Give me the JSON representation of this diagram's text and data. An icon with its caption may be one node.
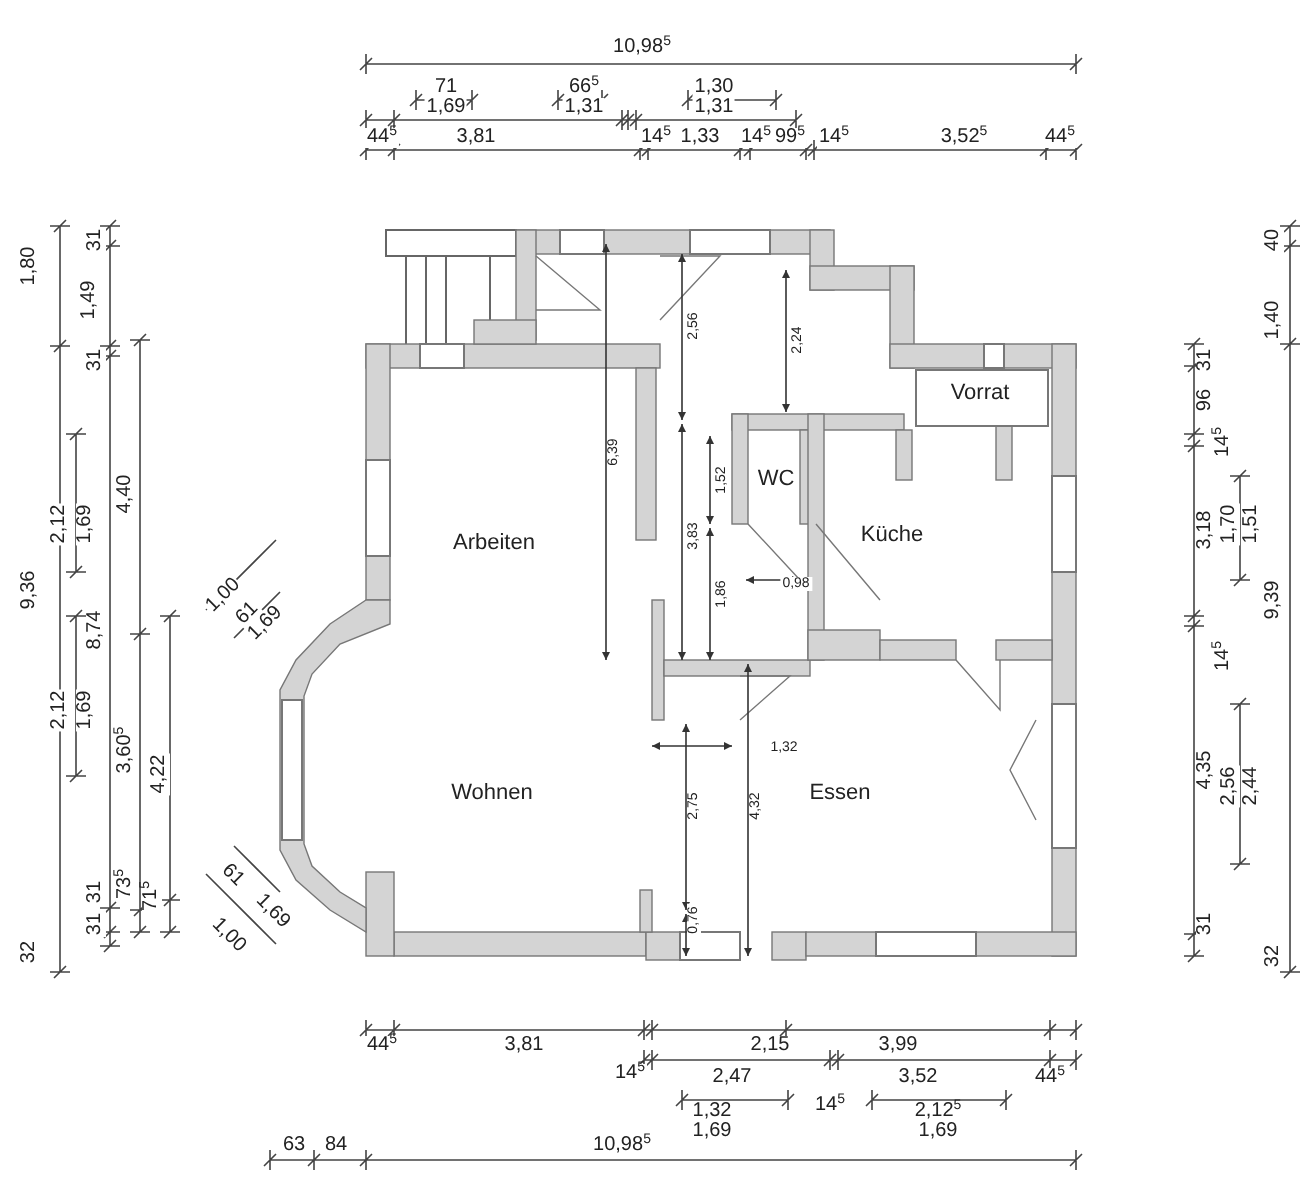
{
  "diagram": {
    "labels": [
      "10,98$^{5}$",
      "71",
      "1,69",
      "66$^{5}$",
      "1,31",
      "1,30",
      "1,31",
      "44$^{5}$",
      "3,81",
      "14$^{5}$",
      "1,33",
      "14$^{5}$",
      "99$^{5}$",
      "14$^{5}$",
      "3,52$^{5}$",
      "44$^{5}$",
      "1,80",
      "31",
      "1,49",
      "31",
      "2,12",
      "1,69",
      "4,40",
      "9,36",
      "8,74",
      "2,12",
      "1,69",
      "3,60$^{5}$",
      "4,22",
      "31",
      "73$^{5}$",
      "71$^{5}$",
      "31",
      "32",
      "1,00",
      "61",
      "1,69",
      "61",
      "1,69",
      "1,00",
      "40",
      "1,40",
      "31",
      "96",
      "14$^{5}$",
      "3,18",
      "1,70",
      "1,51",
      "9,39",
      "14$^{5}$",
      "4,35",
      "2,56",
      "2,44",
      "31",
      "32",
      "2,56",
      "2,24",
      "Vorrat",
      "6,39",
      "WC",
      "1,52",
      "Arbeiten",
      "3,83",
      "Küche",
      "1,86",
      "0,98",
      "1,32",
      "Wohnen",
      "2,75",
      "4,32",
      "Essen",
      "0,76",
      "44$^{5}$",
      "3,81",
      "2,15",
      "3,99",
      "14$^{5}$",
      "2,47",
      "3,52",
      "44$^{5}$",
      "14$^{5}$",
      "1,32",
      "1,69",
      "2,12$^{5}$",
      "1,69",
      "63",
      "84",
      "10,98$^{5}$"
    ]
  }
}
